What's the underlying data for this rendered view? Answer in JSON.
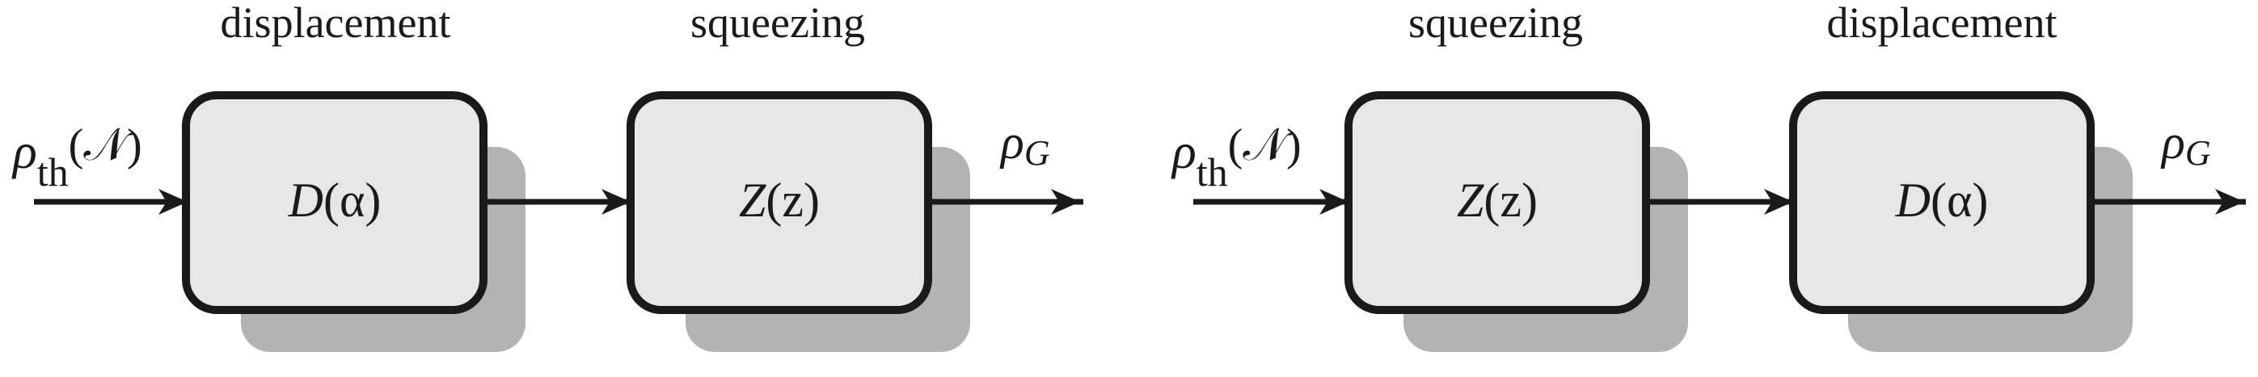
{
  "colors": {
    "box_fill": "#e6e6e6",
    "box_stroke": "#1a1a1a",
    "shadow": "#b3b3b3",
    "wire": "#1a1a1a"
  },
  "diagrams": [
    {
      "input": {
        "symbol": "ρ",
        "subscript": "th",
        "argument": "(𝒩)"
      },
      "output": {
        "symbol": "ρ",
        "subscript": "G"
      },
      "stages": [
        {
          "caption": "displacement",
          "operator": "D",
          "argument": "(α)"
        },
        {
          "caption": "squeezing",
          "operator": "Z",
          "argument": "(z)"
        }
      ]
    },
    {
      "input": {
        "symbol": "ρ",
        "subscript": "th",
        "argument": "(𝒩)"
      },
      "output": {
        "symbol": "ρ",
        "subscript": "G"
      },
      "stages": [
        {
          "caption": "squeezing",
          "operator": "Z",
          "argument": "(z)"
        },
        {
          "caption": "displacement",
          "operator": "D",
          "argument": "(α)"
        }
      ]
    }
  ]
}
